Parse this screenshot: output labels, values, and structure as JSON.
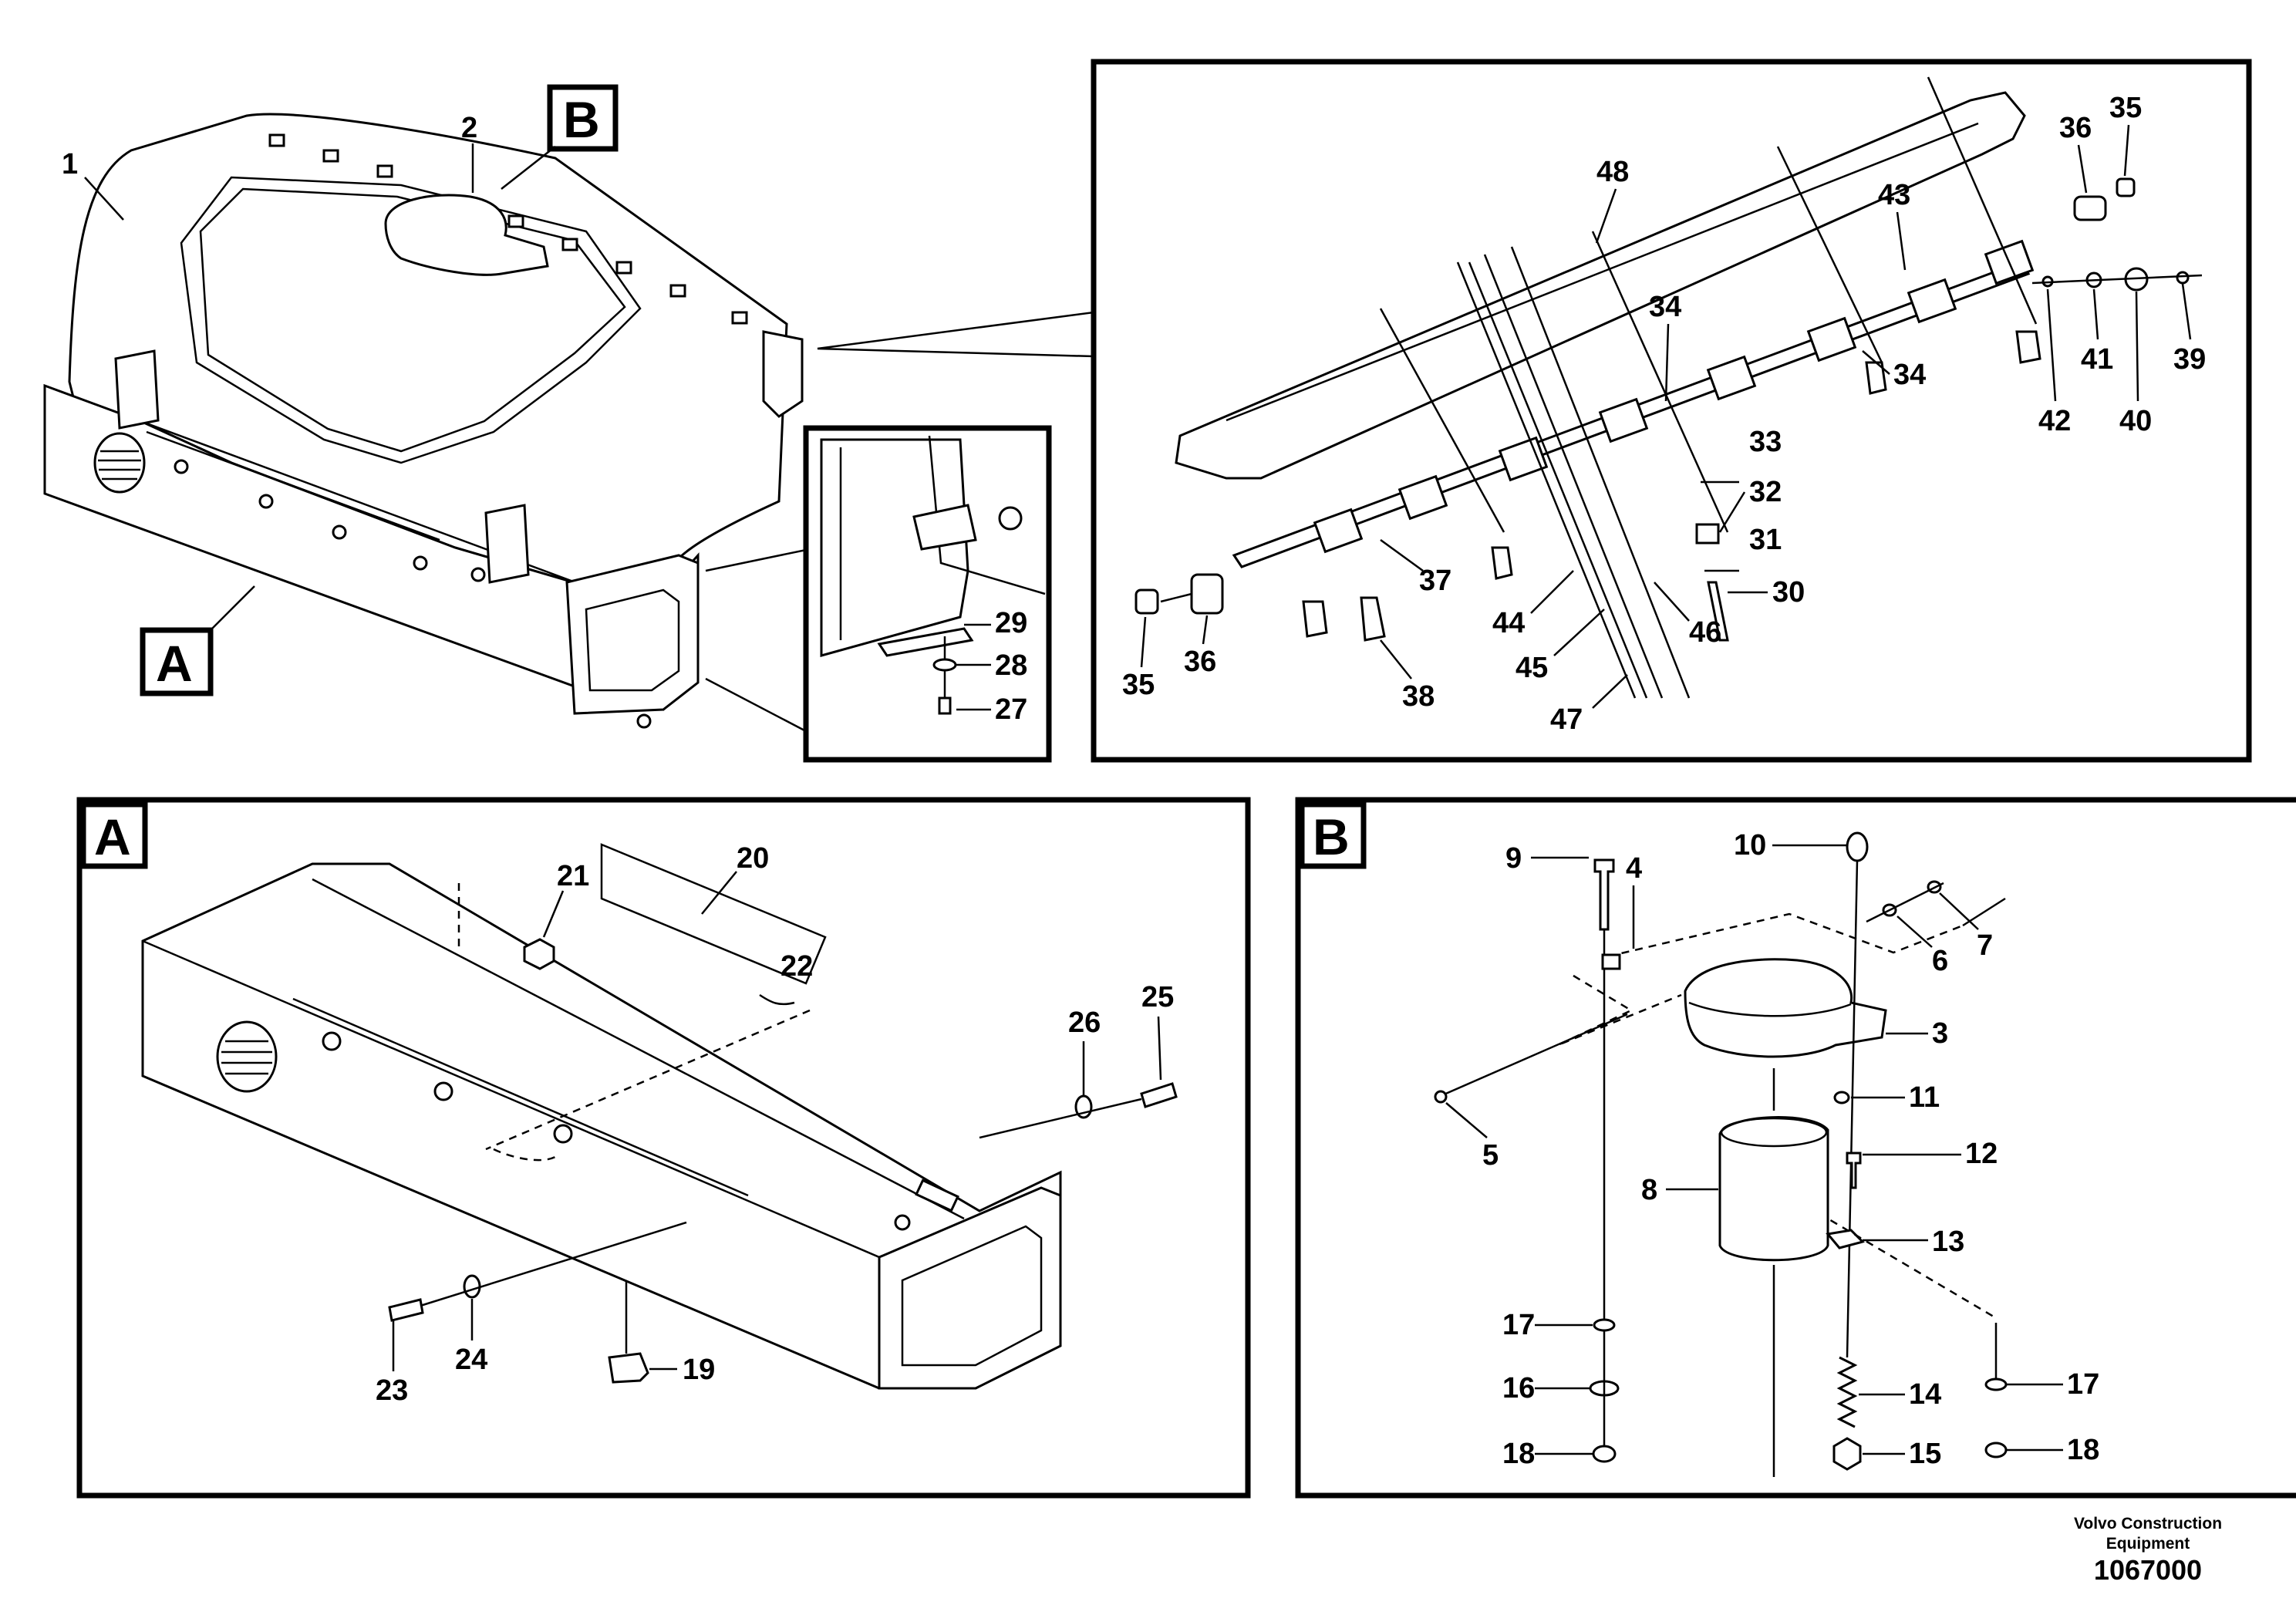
{
  "panels": {
    "a_label": "A",
    "b_label": "B"
  },
  "callouts": {
    "main": [
      "1",
      "2"
    ],
    "detail_bracket": [
      "29",
      "28",
      "27"
    ],
    "detail_sensor": [
      "48",
      "36",
      "35",
      "43",
      "34",
      "33",
      "32",
      "31",
      "30",
      "34",
      "42",
      "41",
      "40",
      "39",
      "37",
      "38",
      "44",
      "45",
      "46",
      "47",
      "35",
      "36"
    ],
    "panel_a": [
      "20",
      "21",
      "22",
      "26",
      "25",
      "24",
      "23",
      "19"
    ],
    "panel_b": [
      "9",
      "10",
      "4",
      "6",
      "7",
      "3",
      "5",
      "11",
      "12",
      "8",
      "13",
      "17",
      "16",
      "18",
      "14",
      "15",
      "17",
      "18"
    ]
  },
  "footer": {
    "company_line1": "Volvo Construction",
    "company_line2": "Equipment",
    "drawing_number": "1067000"
  }
}
